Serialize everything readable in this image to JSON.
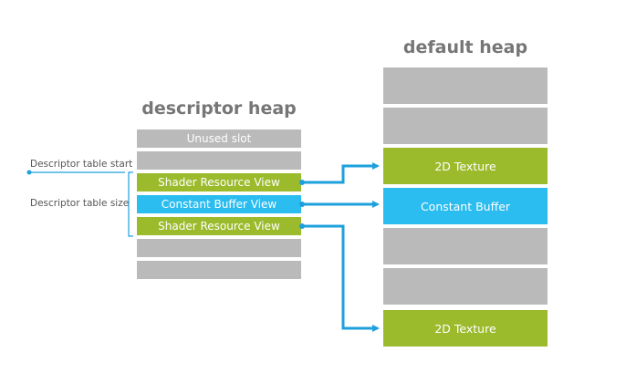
{
  "descriptor_heap": {
    "title": "descriptor heap",
    "slots": [
      {
        "label": "Unused slot",
        "kind": "unused"
      },
      {
        "label": "",
        "kind": "empty"
      },
      {
        "label": "Shader Resource View",
        "kind": "srv"
      },
      {
        "label": "Constant Buffer View",
        "kind": "cbv"
      },
      {
        "label": "Shader Resource View",
        "kind": "srv"
      },
      {
        "label": "",
        "kind": "empty"
      },
      {
        "label": "",
        "kind": "empty"
      }
    ]
  },
  "default_heap": {
    "title": "default heap",
    "blocks": [
      {
        "label": "",
        "kind": "empty"
      },
      {
        "label": "",
        "kind": "empty"
      },
      {
        "label": "2D Texture",
        "kind": "texture"
      },
      {
        "label": "Constant Buffer",
        "kind": "buffer"
      },
      {
        "label": "",
        "kind": "empty"
      },
      {
        "label": "",
        "kind": "empty"
      },
      {
        "label": "2D Texture",
        "kind": "texture"
      }
    ]
  },
  "annotations": {
    "table_start": "Descriptor table start",
    "table_size": "Descriptor table size"
  },
  "colors": {
    "grey": "#bababa",
    "green": "#9bbb2c",
    "blue": "#2bbcf0",
    "wire": "#1ea0dc",
    "title": "#767676"
  }
}
